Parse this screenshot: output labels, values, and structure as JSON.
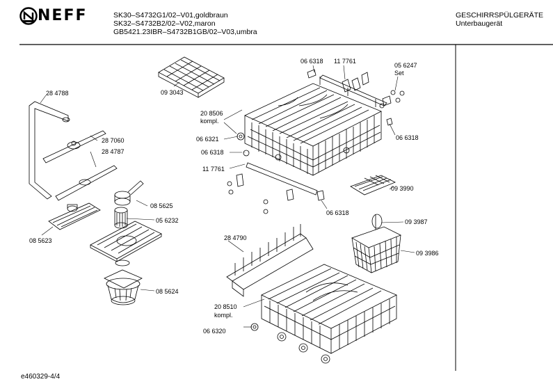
{
  "brand": {
    "logo_text": "NEFF"
  },
  "header": {
    "models": [
      "SK30–S4732G1/02–V01,goldbraun",
      "SK32–S4732B2/02–V02,maron",
      "GB5421.23IBR–S4732B1GB/02–V03,umbra"
    ],
    "category": "GESCHIRRSPÜLGERÄTE",
    "subcategory": "Unterbaugerät"
  },
  "parts": [
    {
      "id": "p1",
      "text": "28 4788"
    },
    {
      "id": "p2",
      "text": "28 7060"
    },
    {
      "id": "p3",
      "text": "28 4787"
    },
    {
      "id": "p4",
      "text": "08 5625"
    },
    {
      "id": "p5",
      "text": "05 6232"
    },
    {
      "id": "p6",
      "text": "08 5623"
    },
    {
      "id": "p7",
      "text": "08 5624"
    },
    {
      "id": "p8",
      "text": "09 3043"
    },
    {
      "id": "p9",
      "text": "06 6318"
    },
    {
      "id": "p10",
      "text": "11 7761"
    },
    {
      "id": "p11a",
      "text": "05 6247"
    },
    {
      "id": "p11b",
      "text": "Set"
    },
    {
      "id": "p12a",
      "text": "20 8506"
    },
    {
      "id": "p12b",
      "text": "kompl."
    },
    {
      "id": "p13",
      "text": "06 6321"
    },
    {
      "id": "p14",
      "text": "06 6318"
    },
    {
      "id": "p15",
      "text": "06 6318"
    },
    {
      "id": "p16",
      "text": "11 7761"
    },
    {
      "id": "p17",
      "text": "09 3990"
    },
    {
      "id": "p18",
      "text": "06 6318"
    },
    {
      "id": "p19",
      "text": "09 3987"
    },
    {
      "id": "p20",
      "text": "28 4790"
    },
    {
      "id": "p21",
      "text": "09 3986"
    },
    {
      "id": "p22a",
      "text": "20 8510"
    },
    {
      "id": "p22b",
      "text": "kompl."
    },
    {
      "id": "p23",
      "text": "06 6320"
    }
  ],
  "footer": {
    "doc_id": "e460329-4/4"
  }
}
